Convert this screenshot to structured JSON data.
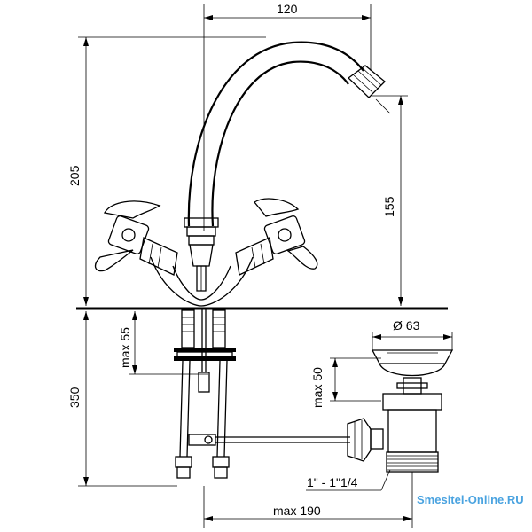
{
  "dimensions": {
    "spout_reach": "120",
    "total_height": "205",
    "spout_height": "155",
    "below_deck": "350",
    "max_deck": "max 55",
    "waste_diameter": "Ø 63",
    "waste_max": "max 50",
    "waste_thread": "1\" - 1\"1/4",
    "rod_reach": "max 190"
  },
  "watermark": "Smesitel-Online.RU",
  "colors": {
    "line": "#000000",
    "watermark": "#4aa3e0",
    "background": "#ffffff"
  }
}
